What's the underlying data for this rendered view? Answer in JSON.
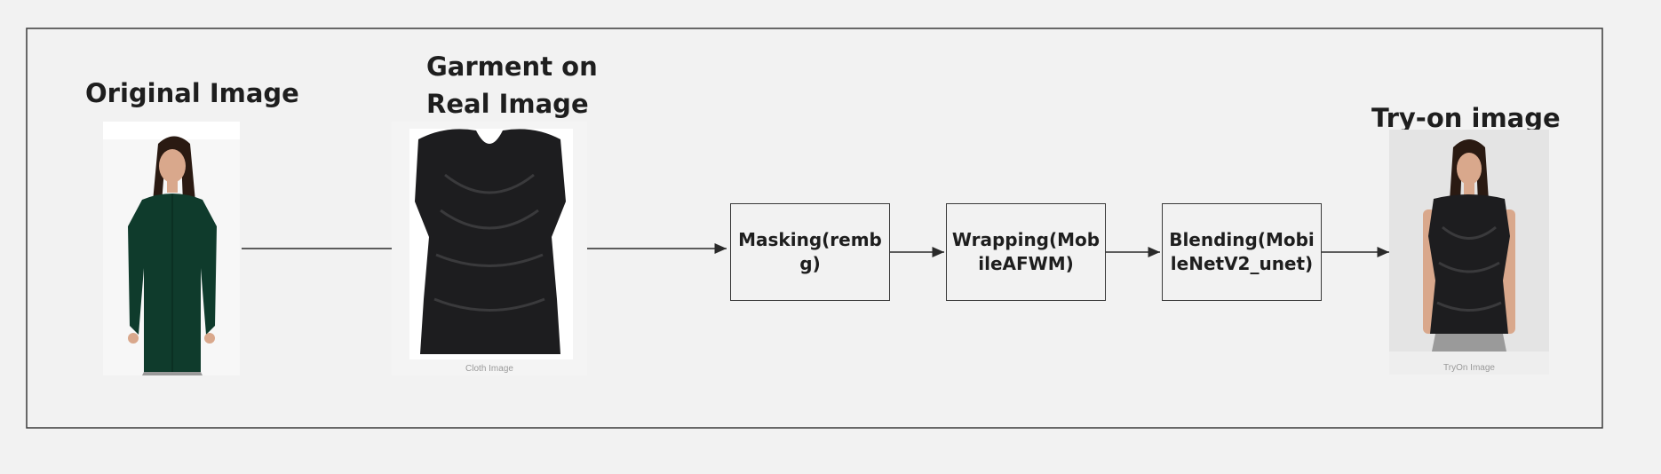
{
  "labels": {
    "original": "Original Image",
    "garment_line1": "Garment on",
    "garment_line2": "Real Image",
    "tryon": "Try-on image"
  },
  "steps": [
    {
      "text": "Masking(rembg)"
    },
    {
      "text": "Wrapping(MobileAFWM)"
    },
    {
      "text": "Blending(MobileNetV2_unet)"
    }
  ],
  "captions": {
    "cloth": "Cloth Image",
    "tryon": "TryOn Image"
  },
  "colors": {
    "background": "#f2f2f2",
    "border": "#3a3a3a",
    "shirt_green": "#0f3b2c",
    "garment_black": "#1d1d1f",
    "skin": "#d9a88c",
    "hair": "#2a1a12"
  }
}
